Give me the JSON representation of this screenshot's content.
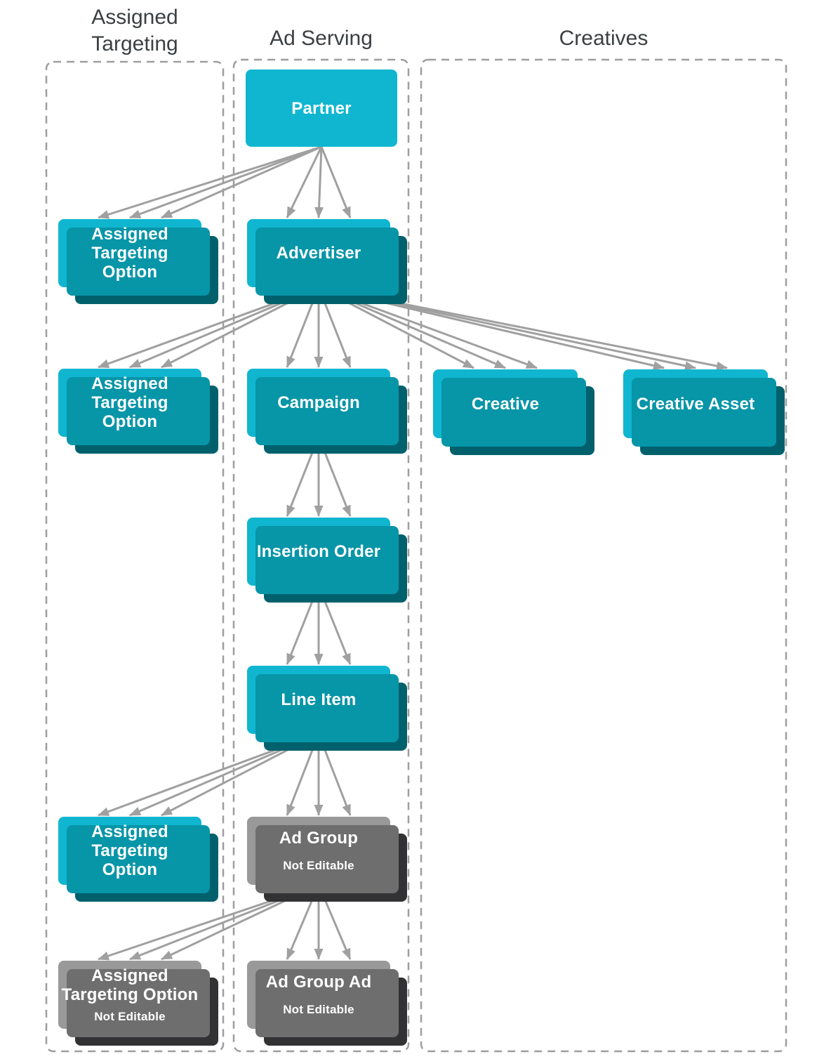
{
  "columns": [
    {
      "id": "assigned-targeting",
      "title": "Assigned\nTargeting"
    },
    {
      "id": "ad-serving",
      "title": "Ad Serving"
    },
    {
      "id": "creatives",
      "title": "Creatives"
    }
  ],
  "nodes": {
    "partner": {
      "label": "Partner"
    },
    "ato1": {
      "label": "Assigned\nTargeting\nOption"
    },
    "advertiser": {
      "label": "Advertiser"
    },
    "ato2": {
      "label": "Assigned\nTargeting\nOption"
    },
    "campaign": {
      "label": "Campaign"
    },
    "creative": {
      "label": "Creative"
    },
    "creative_asset": {
      "label": "Creative Asset"
    },
    "insertion_order": {
      "label": "Insertion Order"
    },
    "line_item": {
      "label": "Line Item"
    },
    "ato3": {
      "label": "Assigned\nTargeting\nOption"
    },
    "ad_group": {
      "label": "Ad Group",
      "sublabel": "Not Editable"
    },
    "ato4": {
      "label": "Assigned\nTargeting Option",
      "sublabel": "Not Editable"
    },
    "ad_group_ad": {
      "label": "Ad Group Ad",
      "sublabel": "Not Editable"
    }
  },
  "edges": [
    {
      "from": "partner",
      "to": "ato1",
      "arrows": 3
    },
    {
      "from": "partner",
      "to": "advertiser",
      "arrows": 3
    },
    {
      "from": "advertiser",
      "to": "ato2",
      "arrows": 3
    },
    {
      "from": "advertiser",
      "to": "campaign",
      "arrows": 3
    },
    {
      "from": "advertiser",
      "to": "creative",
      "arrows": 3
    },
    {
      "from": "advertiser",
      "to": "creative_asset",
      "arrows": 3
    },
    {
      "from": "campaign",
      "to": "insertion_order",
      "arrows": 3
    },
    {
      "from": "insertion_order",
      "to": "line_item",
      "arrows": 3
    },
    {
      "from": "line_item",
      "to": "ato3",
      "arrows": 3
    },
    {
      "from": "line_item",
      "to": "ad_group",
      "arrows": 3
    },
    {
      "from": "ad_group",
      "to": "ato4",
      "arrows": 3
    },
    {
      "from": "ad_group",
      "to": "ad_group_ad",
      "arrows": 3
    }
  ],
  "colors": {
    "node_front": "#10B6D0",
    "node_mid": "#0795A8",
    "node_back": "#00616D",
    "gray_front": "#999999",
    "gray_mid": "#6E6E6E",
    "gray_back": "#323235",
    "arrow": "#A0A0A0",
    "column_border": "#9E9E9E",
    "title_text": "#3C4043",
    "node_text": "#FFFFFF"
  }
}
